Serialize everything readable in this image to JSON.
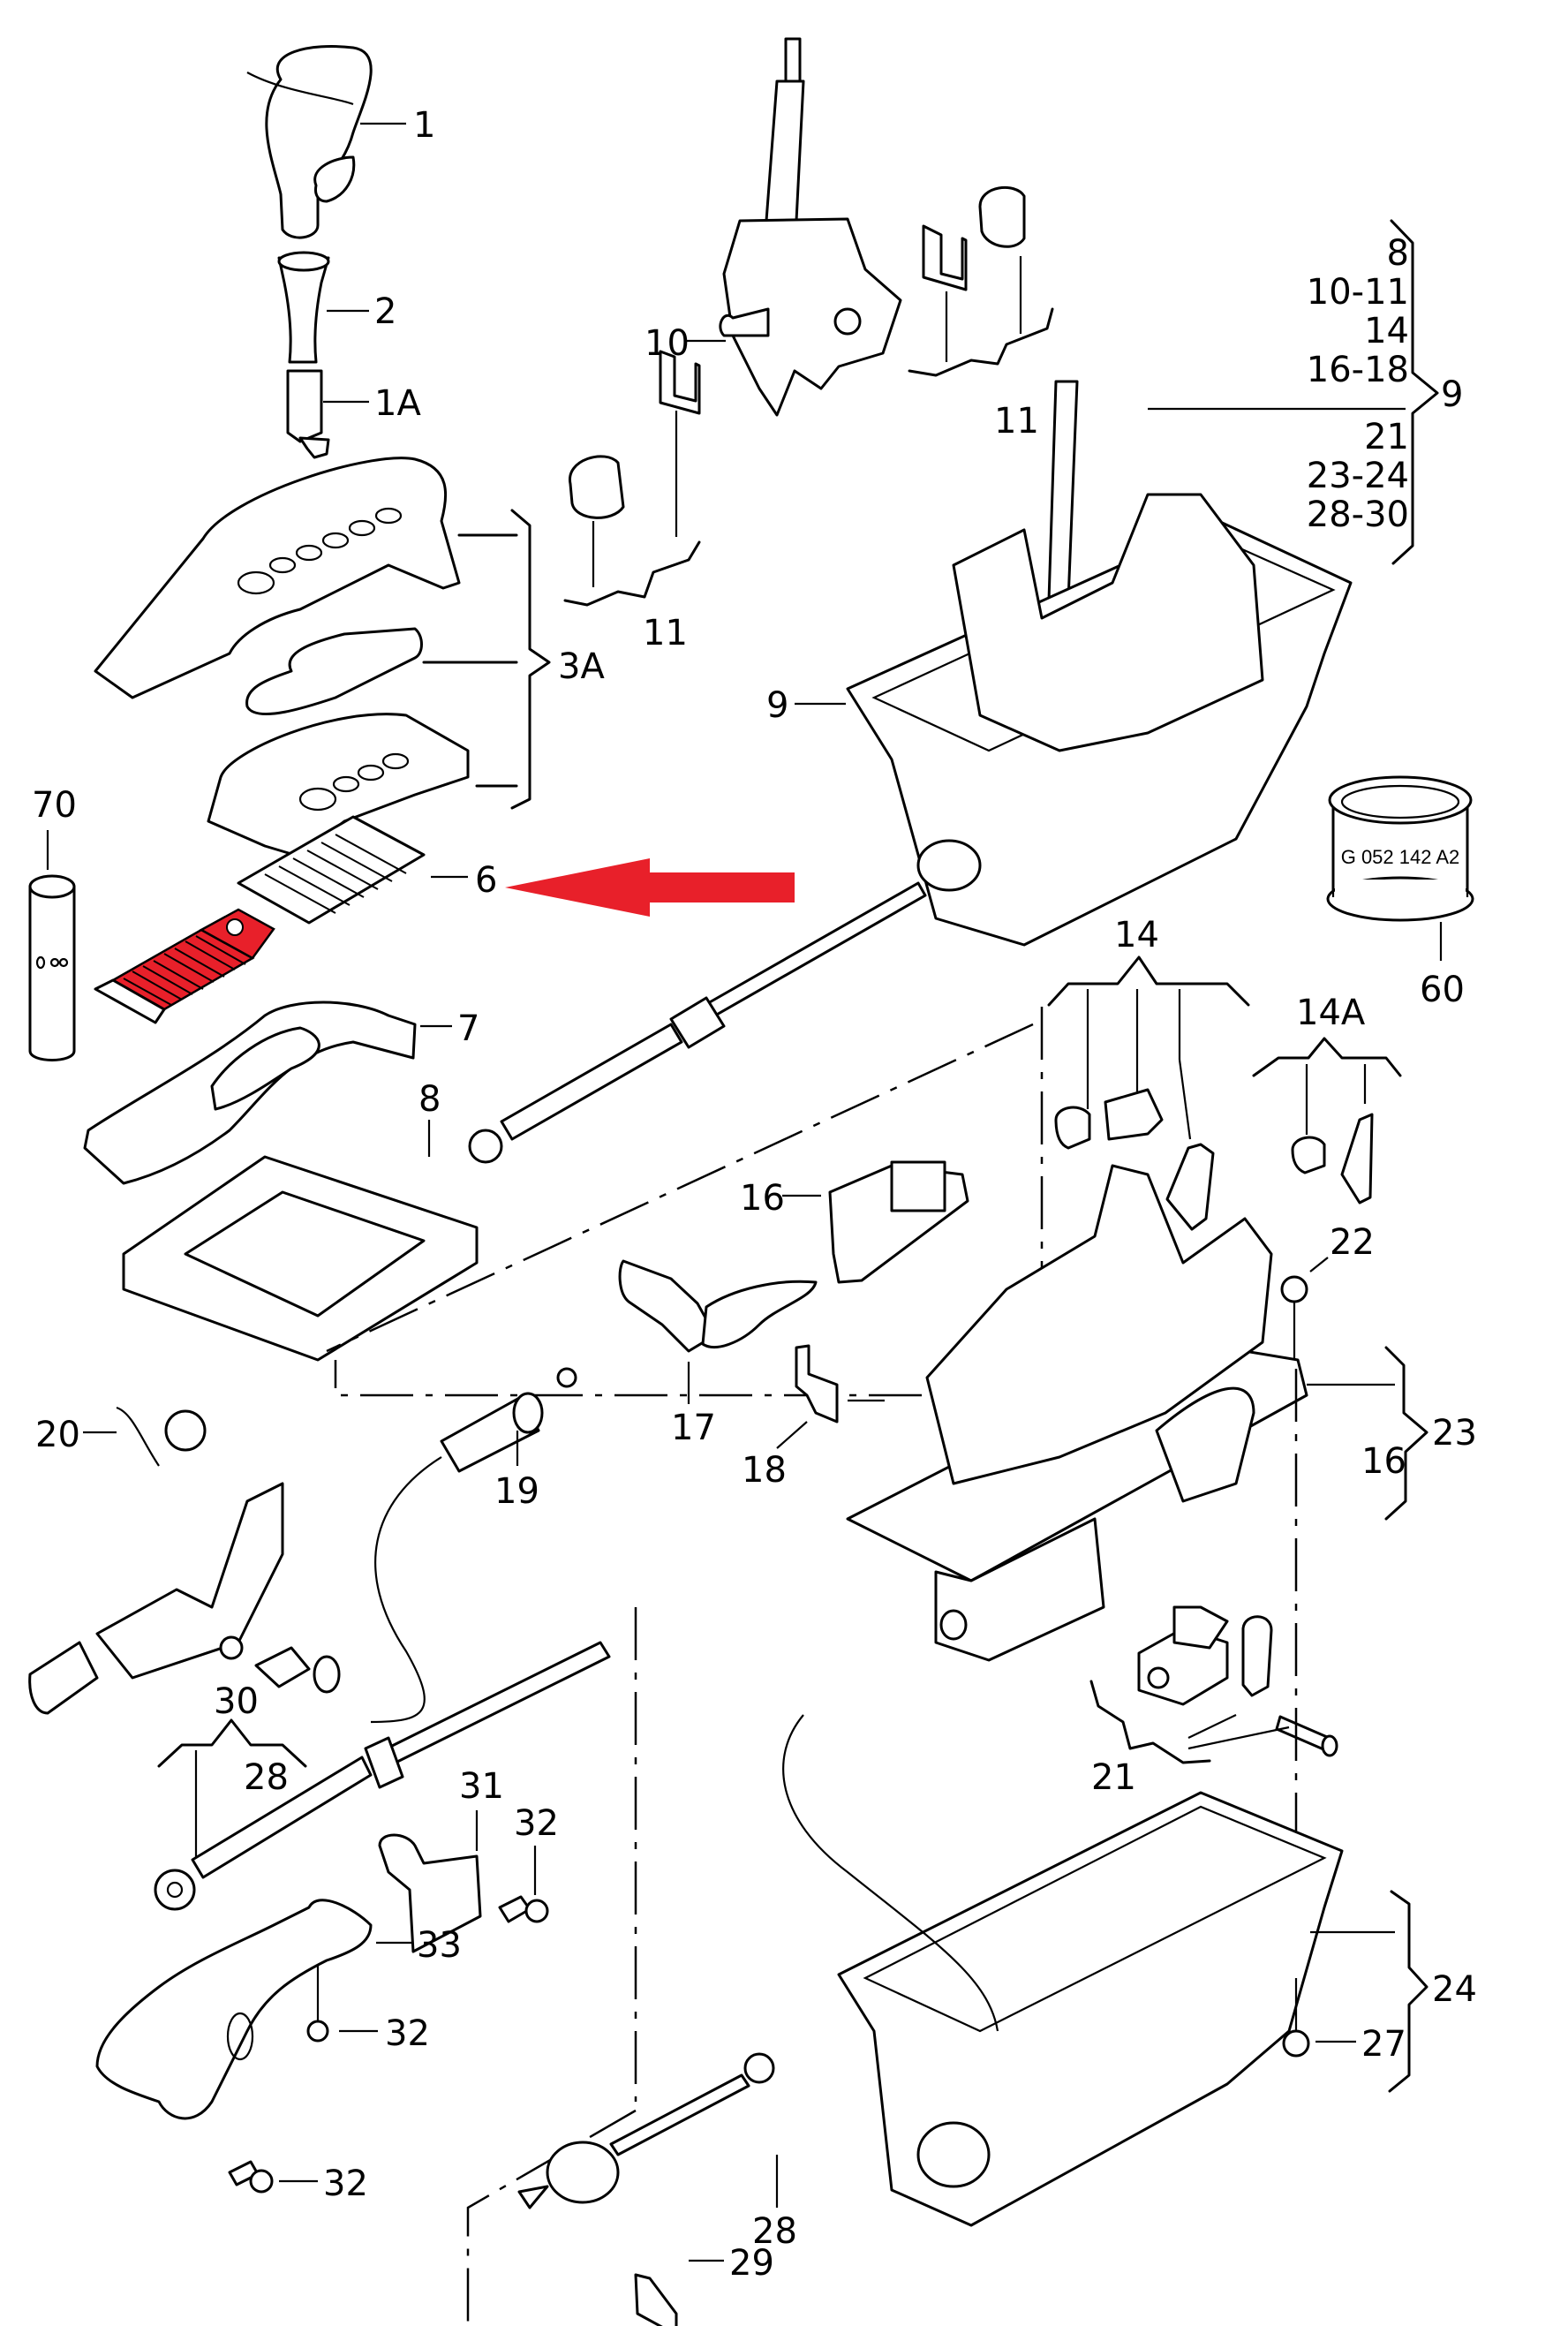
{
  "diagram": {
    "title": "Selector lever / gear shift mechanism exploded view",
    "highlight_color": "#e8202a",
    "highlighted_part": "6",
    "parts": {
      "p1": "1",
      "p2": "2",
      "p1a": "1A",
      "p3a": "3A",
      "p6": "6",
      "p7": "7",
      "p8": "8",
      "p70": "70",
      "p10": "10",
      "p11a": "11",
      "p11b": "11",
      "p9": "9",
      "p60": "60",
      "p14": "14",
      "p14a": "14A",
      "p16": "16",
      "p17": "17",
      "p18": "18",
      "p19": "19",
      "p20": "20",
      "p21": "21",
      "p22": "22",
      "p23": "23",
      "p16b": "16",
      "p24": "24",
      "p27": "27",
      "p28": "28",
      "p28b": "28",
      "p29": "29",
      "p30": "30",
      "p31": "31",
      "p32a": "32",
      "p32b": "32",
      "p32c": "32",
      "p33": "33"
    },
    "group9": [
      "8",
      "10-11",
      "14",
      "16-18",
      "21",
      "23-24",
      "28-30"
    ],
    "sleeve_marking": "G 052 142 A2"
  }
}
